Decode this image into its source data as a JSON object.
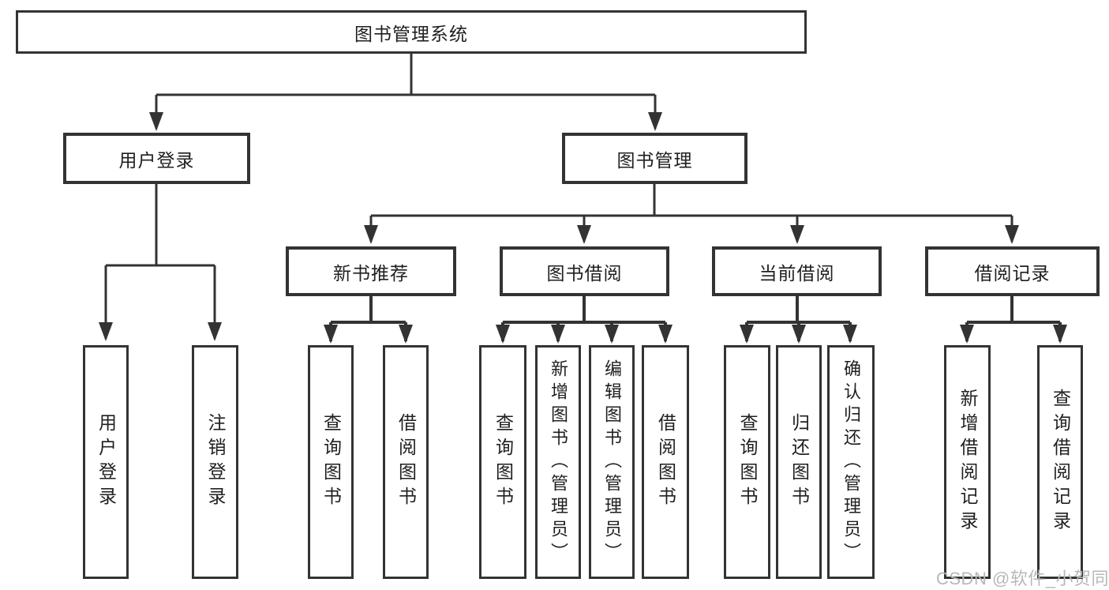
{
  "diagram": {
    "type": "tree",
    "colors": {
      "line": "#333333",
      "box_border": "#333333",
      "box_fill": "#ffffff",
      "text": "#1f1f1f",
      "watermark_text": "#b8b8b8"
    },
    "root": {
      "label": "图书管理系统"
    },
    "level2": [
      {
        "label": "用户登录"
      },
      {
        "label": "图书管理"
      }
    ],
    "level3": [
      {
        "label": "新书推荐",
        "parent": "图书管理"
      },
      {
        "label": "图书借阅",
        "parent": "图书管理"
      },
      {
        "label": "当前借阅",
        "parent": "图书管理"
      },
      {
        "label": "借阅记录",
        "parent": "图书管理"
      }
    ],
    "level4": [
      {
        "label": "用户登录",
        "parent": "用户登录"
      },
      {
        "label": "注销登录",
        "parent": "用户登录"
      },
      {
        "label": "查询图书",
        "parent": "新书推荐"
      },
      {
        "label": "借阅图书",
        "parent": "新书推荐"
      },
      {
        "label": "查询图书",
        "parent": "图书借阅"
      },
      {
        "label": "新增图书（管理员）",
        "parent": "图书借阅"
      },
      {
        "label": "编辑图书（管理员）",
        "parent": "图书借阅"
      },
      {
        "label": "借阅图书",
        "parent": "图书借阅"
      },
      {
        "label": "查询图书",
        "parent": "当前借阅"
      },
      {
        "label": "归还图书",
        "parent": "当前借阅"
      },
      {
        "label": "确认归还（管理员）",
        "parent": "当前借阅"
      },
      {
        "label": "新增借阅记录",
        "parent": "借阅记录"
      },
      {
        "label": "查询借阅记录",
        "parent": "借阅记录"
      }
    ]
  },
  "watermark": {
    "text": "CSDN @软件_小贺同学"
  }
}
